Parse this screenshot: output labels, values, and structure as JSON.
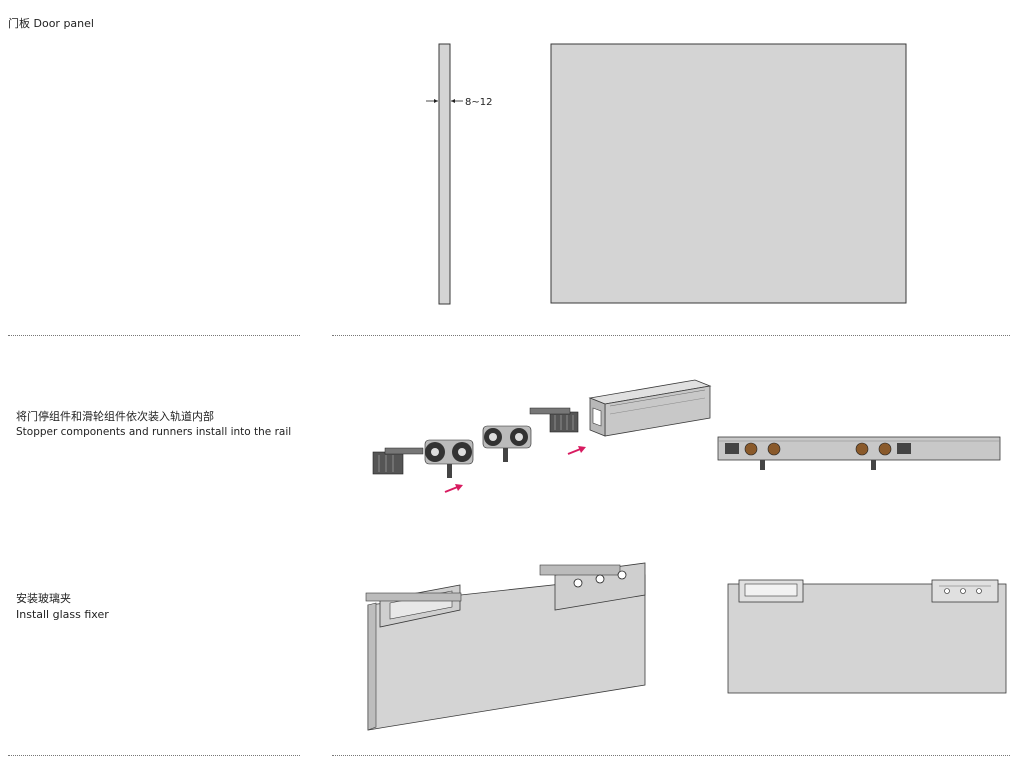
{
  "sections": {
    "door_panel": {
      "label": "门板  Door panel",
      "dimension": "8~12"
    },
    "rail_install": {
      "label_cn": "将门停组件和滑轮组件依次装入轨道内部",
      "label_en": "Stopper components and runners install into the rail"
    },
    "glass_fixer": {
      "label_cn": "安装玻璃夹",
      "label_en": "Install glass fixer"
    }
  },
  "colors": {
    "panel_fill": "#d4d4d4",
    "outline": "#3a3a3a",
    "arrow": "#d81b60",
    "wheel": "#8a5a2b"
  }
}
